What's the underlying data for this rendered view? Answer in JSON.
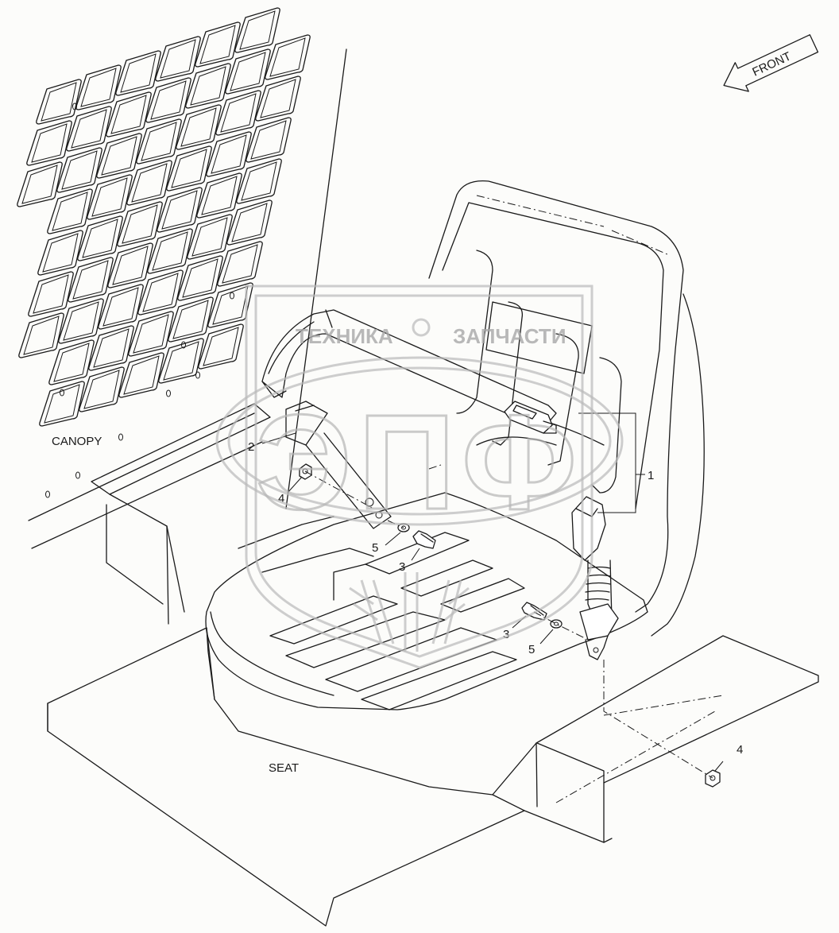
{
  "labels": {
    "canopy": "CANOPY",
    "seat": "SEAT",
    "front": "FRONT"
  },
  "callouts": [
    {
      "id": "c1",
      "text": "1"
    },
    {
      "id": "c2",
      "text": "2"
    },
    {
      "id": "c3a",
      "text": "3"
    },
    {
      "id": "c3b",
      "text": "3"
    },
    {
      "id": "c4a",
      "text": "4"
    },
    {
      "id": "c4b",
      "text": "4"
    },
    {
      "id": "c5a",
      "text": "5"
    },
    {
      "id": "c5b",
      "text": "5"
    }
  ],
  "watermark": {
    "left_text": "ТЕХНИКА",
    "right_text": "ЗАПЧАСТИ",
    "logo_letters": "ЭПФ",
    "color": "#b0b0b0"
  }
}
